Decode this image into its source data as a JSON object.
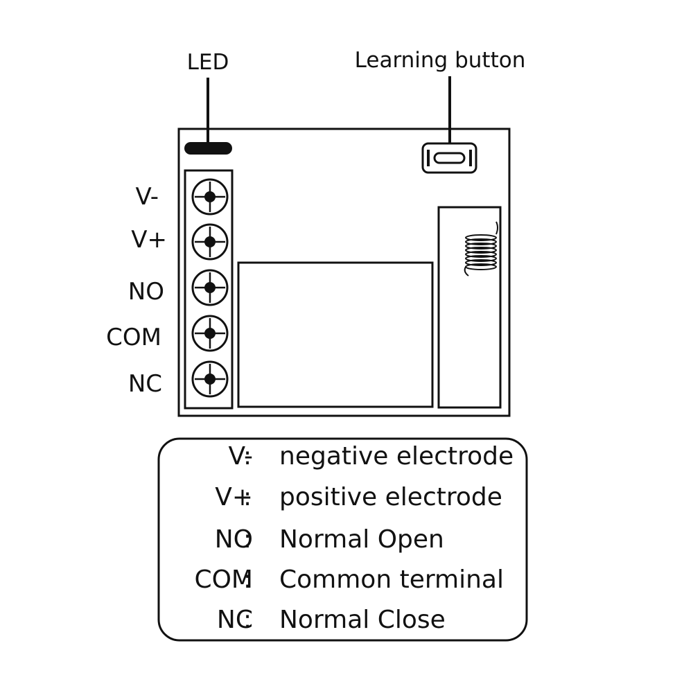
{
  "callouts": {
    "led": "LED",
    "learning_button": "Learning button"
  },
  "terminals": [
    {
      "id": "v-minus",
      "label": "V-"
    },
    {
      "id": "v-plus",
      "label": "V+"
    },
    {
      "id": "no",
      "label": "NO"
    },
    {
      "id": "com",
      "label": "COM"
    },
    {
      "id": "nc",
      "label": "NC"
    }
  ],
  "legend": {
    "separator": ":",
    "rows": [
      {
        "key": "V-",
        "desc": "negative electrode"
      },
      {
        "key": "V+",
        "desc": "positive electrode"
      },
      {
        "key": "NO",
        "desc": "Normal Open"
      },
      {
        "key": "COM",
        "desc": "Common terminal"
      },
      {
        "key": "NC",
        "desc": "Normal Close"
      }
    ]
  },
  "colors": {
    "line": "#111111",
    "background": "#ffffff"
  }
}
